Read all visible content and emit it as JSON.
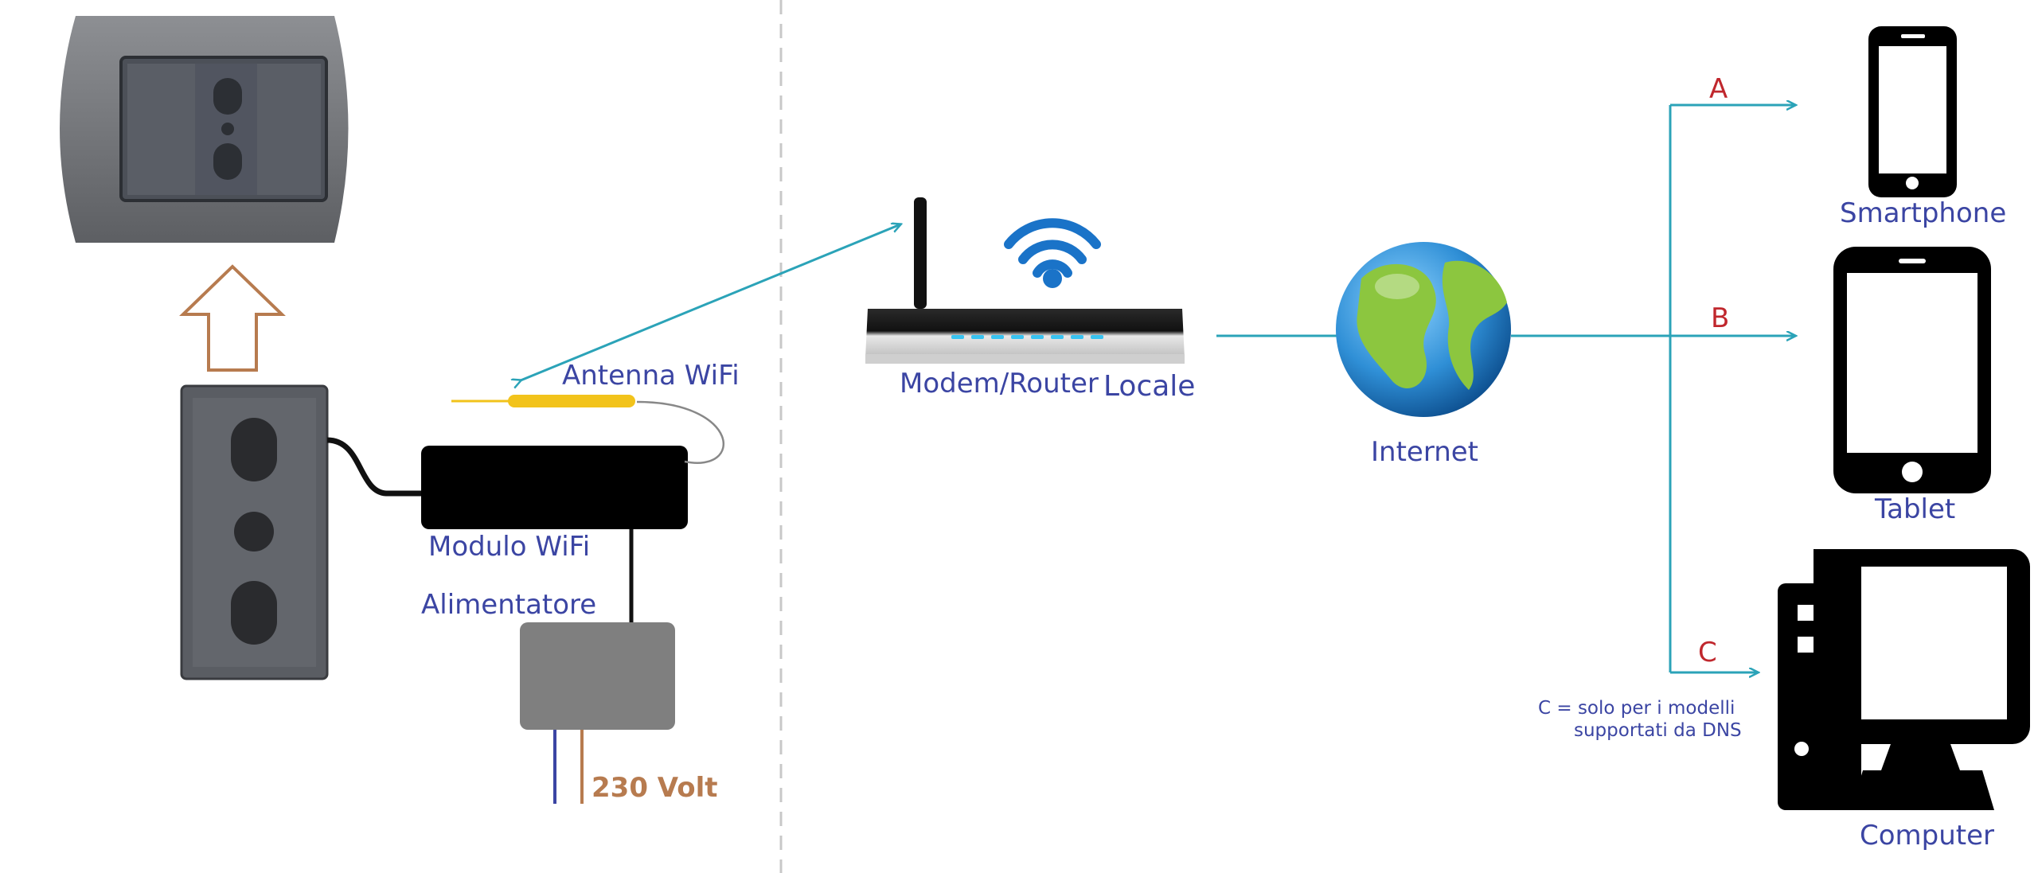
{
  "labels": {
    "antenna_wifi": "Antenna WiFi",
    "modulo_wifi": "Modulo WiFi",
    "alimentatore": "Alimentatore",
    "volt": "230 Volt",
    "modem_router": "Modem/Router",
    "locale": "Locale",
    "internet": "Internet",
    "smartphone": "Smartphone",
    "tablet": "Tablet",
    "computer": "Computer",
    "route_a": "A",
    "route_b": "B",
    "route_c": "C",
    "note_line1": "C = solo per i modelli",
    "note_line2": "supportati da DNS"
  },
  "colors": {
    "connector": "#2ba3b8",
    "label_blue": "#3b45a3",
    "route_red": "#c0272d",
    "volt_brown": "#b77b4f",
    "arrow_up_outline": "#b77b4f",
    "device_black": "#000000",
    "socket_gray": "#5a5d63",
    "power_box_gray": "#7f7f7f",
    "antenna_yellow": "#f2c31b",
    "globe_blue": "#2f8fd6",
    "globe_green": "#8cc63f",
    "divider_gray": "#c8c8c8"
  }
}
